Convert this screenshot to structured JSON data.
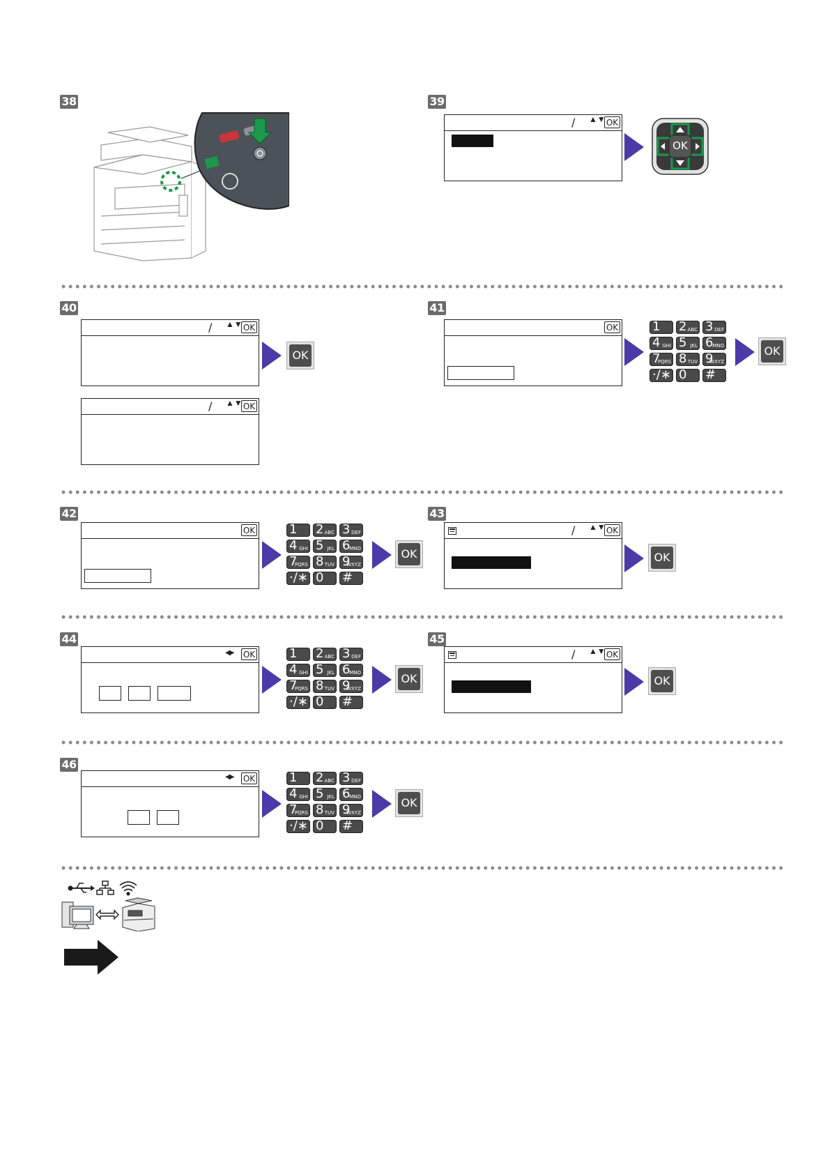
{
  "steps": {
    "s38": "38",
    "s39": "39",
    "s40": "40",
    "s41": "41",
    "s42": "42",
    "s43": "43",
    "s44": "44",
    "s45": "45",
    "s46": "46"
  },
  "lcd": {
    "ok_label": "OK",
    "slash": "/",
    "updown": "▲▼",
    "leftright": "◀▶"
  },
  "ok_button_label": "OK",
  "keypad": {
    "keys": [
      {
        "num": "1",
        "letters": ""
      },
      {
        "num": "2",
        "letters": "ABC"
      },
      {
        "num": "3",
        "letters": "DEF"
      },
      {
        "num": "4",
        "letters": "GHI"
      },
      {
        "num": "5",
        "letters": "JKL"
      },
      {
        "num": "6",
        "letters": "MNO"
      },
      {
        "num": "7",
        "letters": "PQRS"
      },
      {
        "num": "8",
        "letters": "TUV"
      },
      {
        "num": "9",
        "letters": "WXYZ"
      },
      {
        "num": "·/∗",
        "letters": ""
      },
      {
        "num": "0",
        "letters": ""
      },
      {
        "num": "#",
        "letters": ""
      }
    ]
  },
  "nav_pad_label": "OK",
  "colors": {
    "arrow": "#4b3aa8",
    "badge": "#6b6b6b",
    "key": "#4a4a4a",
    "power_highlight": "#1a9a4a"
  },
  "icons": [
    "usb-icon",
    "ethernet-icon",
    "wifi-icon",
    "computer-icon",
    "bidirectional-arrow-icon",
    "printer-icon",
    "next-page-arrow-icon"
  ]
}
